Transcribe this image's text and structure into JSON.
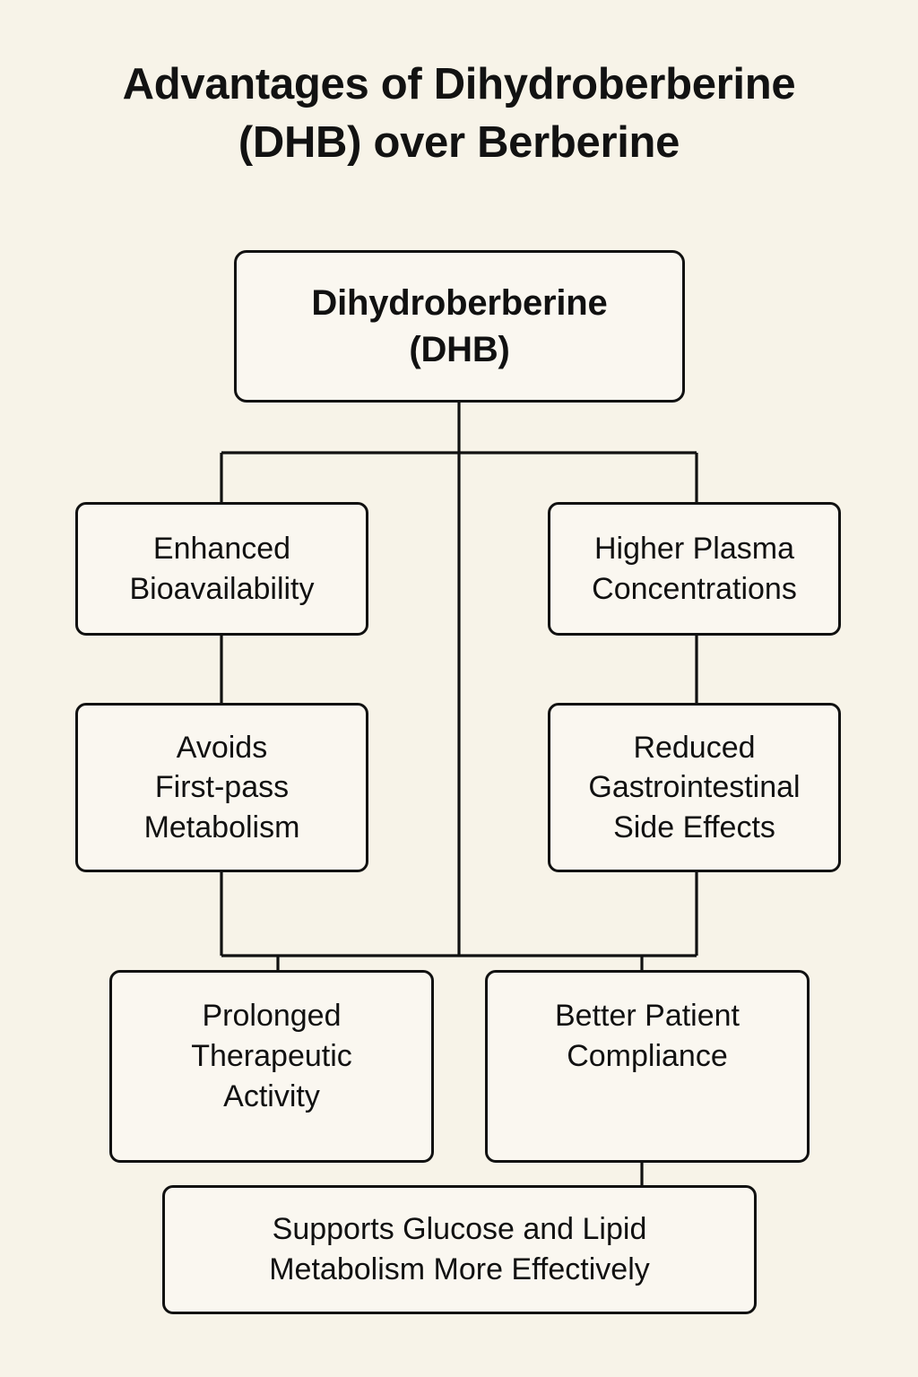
{
  "page": {
    "background_color": "#F7F3E8",
    "node_fill_color": "#FAF7F0",
    "stroke_color": "#111111",
    "text_color": "#111111"
  },
  "title": {
    "line1": "Advantages of Dihydroberberine",
    "line2": "(DHB) over Berberine",
    "full": "Advantages of Dihydroberberine (DHB) over Berberine"
  },
  "diagram": {
    "type": "flowchart",
    "root": {
      "id": "dihydroberberine-dhb",
      "label": "Dihydroberberine\n(DHB)"
    },
    "nodes": [
      {
        "id": "enhanced-bioavailability",
        "label": "Enhanced\nBioavailability",
        "row": 1,
        "column": "left"
      },
      {
        "id": "higher-plasma-concentrations",
        "label": "Higher Plasma\nConcentrations",
        "row": 1,
        "column": "right"
      },
      {
        "id": "avoids-first-pass-metabolism",
        "label": "Avoids\nFirst-pass\nMetabolism",
        "row": 2,
        "column": "left"
      },
      {
        "id": "reduced-gi-side-effects",
        "label": "Reduced\nGastrointestinal\nSide Effects",
        "row": 2,
        "column": "right"
      },
      {
        "id": "prolonged-therapeutic-activity",
        "label": "Prolonged\nTherapeutic\nActivity",
        "row": 3,
        "column": "left"
      },
      {
        "id": "better-patient-compliance",
        "label": "Better Patient\nCompliance",
        "row": 3,
        "column": "right"
      },
      {
        "id": "supports-glucose-lipid-metabolism",
        "label": "Supports Glucose and Lipid\nMetabolism More Effectively",
        "row": 4,
        "column": "center"
      }
    ],
    "edges": [
      {
        "from": "dihydroberberine-dhb",
        "to": "enhanced-bioavailability"
      },
      {
        "from": "dihydroberberine-dhb",
        "to": "higher-plasma-concentrations"
      },
      {
        "from": "enhanced-bioavailability",
        "to": "avoids-first-pass-metabolism"
      },
      {
        "from": "higher-plasma-concentrations",
        "to": "reduced-gi-side-effects"
      },
      {
        "from": "avoids-first-pass-metabolism",
        "to": "prolonged-therapeutic-activity"
      },
      {
        "from": "reduced-gi-side-effects",
        "to": "better-patient-compliance"
      },
      {
        "from": "better-patient-compliance",
        "to": "supports-glucose-lipid-metabolism"
      }
    ]
  }
}
